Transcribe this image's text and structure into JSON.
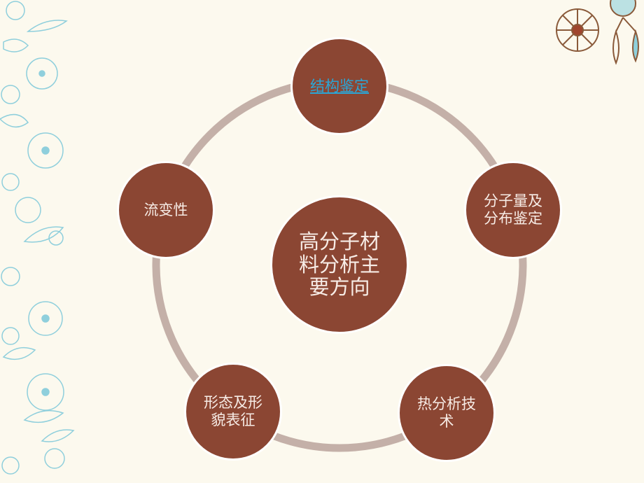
{
  "diagram": {
    "type": "cycle",
    "center": {
      "label": "高分子材料分析主要方向"
    },
    "nodes": [
      {
        "label": "结构鉴定",
        "is_link": true
      },
      {
        "label": "分子量及分布鉴定",
        "is_link": false
      },
      {
        "label": "热分析技术",
        "is_link": false
      },
      {
        "label": "形态及形貌表征",
        "is_link": false
      },
      {
        "label": "流变性",
        "is_link": false
      }
    ]
  },
  "colors": {
    "background": "#fcf9ee",
    "node_fill": "#8b4633",
    "node_border": "#ffffff",
    "ring": "#c4b0a8",
    "node_text": "#f7ece6",
    "link_text": "#2aa6d6",
    "floral_left": "#8fcfdc",
    "floral_right_brown": "#8a5a3a",
    "floral_right_blue": "#8fd0dc"
  }
}
